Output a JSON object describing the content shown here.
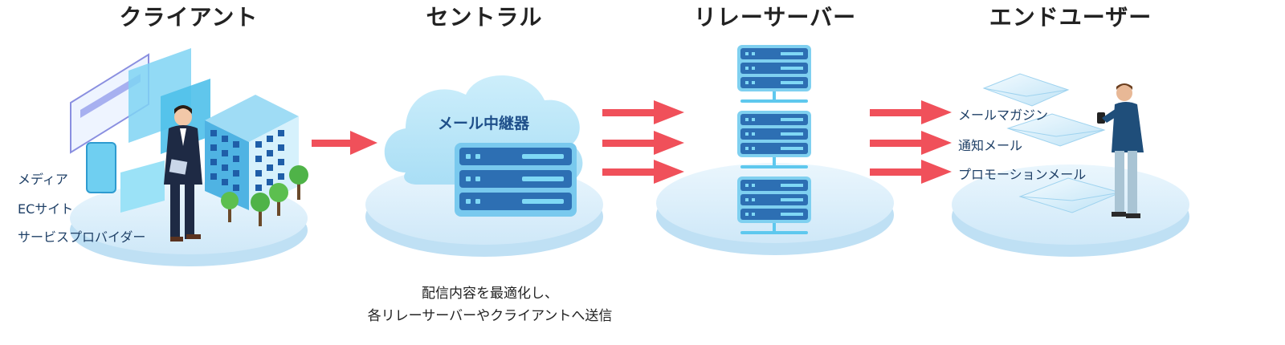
{
  "stages": {
    "client": "クライアント",
    "central": "セントラル",
    "relay": "リレーサーバー",
    "enduser": "エンドユーザー"
  },
  "client_types": [
    "メディア",
    "ECサイト",
    "サービスプロバイダー"
  ],
  "central_cloud_label": "メール中継器",
  "central_caption": [
    "配信内容を最適化し、",
    "各リレーサーバーやクライアントへ送信"
  ],
  "mail_types": [
    "メールマガジン",
    "通知メール",
    "プロモーションメール"
  ],
  "colors": {
    "arrow": "#f0505a",
    "platform": "#dceefa",
    "server_dark": "#2d6fb3",
    "server_light": "#5ec8ee",
    "text": "#1e3f66"
  }
}
